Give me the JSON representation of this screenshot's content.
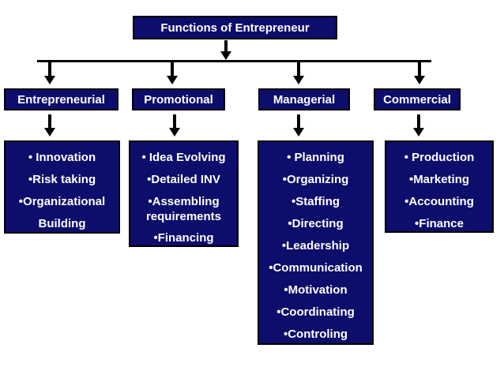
{
  "title": "Functions of Entrepreneur",
  "colors": {
    "background": "#ffffff",
    "box_fill": "#0d0d6b",
    "box_border": "#000000",
    "text": "#ffffff",
    "connector": "#000000"
  },
  "columns": [
    {
      "header": "Entrepreneurial",
      "items": [
        "• Innovation",
        "•Risk taking",
        "•Organizational\nBuilding"
      ]
    },
    {
      "header": "Promotional",
      "items": [
        "• Idea Evolving",
        "•Detailed INV",
        "•Assembling\nrequirements",
        "•Financing"
      ]
    },
    {
      "header": "Managerial",
      "items": [
        "• Planning",
        "•Organizing",
        "•Staffing",
        "•Directing",
        "•Leadership",
        "•Communication",
        "•Motivation",
        "•Coordinating",
        "•Controling"
      ]
    },
    {
      "header": "Commercial",
      "items": [
        "• Production",
        "•Marketing",
        "•Accounting",
        "•Finance"
      ]
    }
  ]
}
